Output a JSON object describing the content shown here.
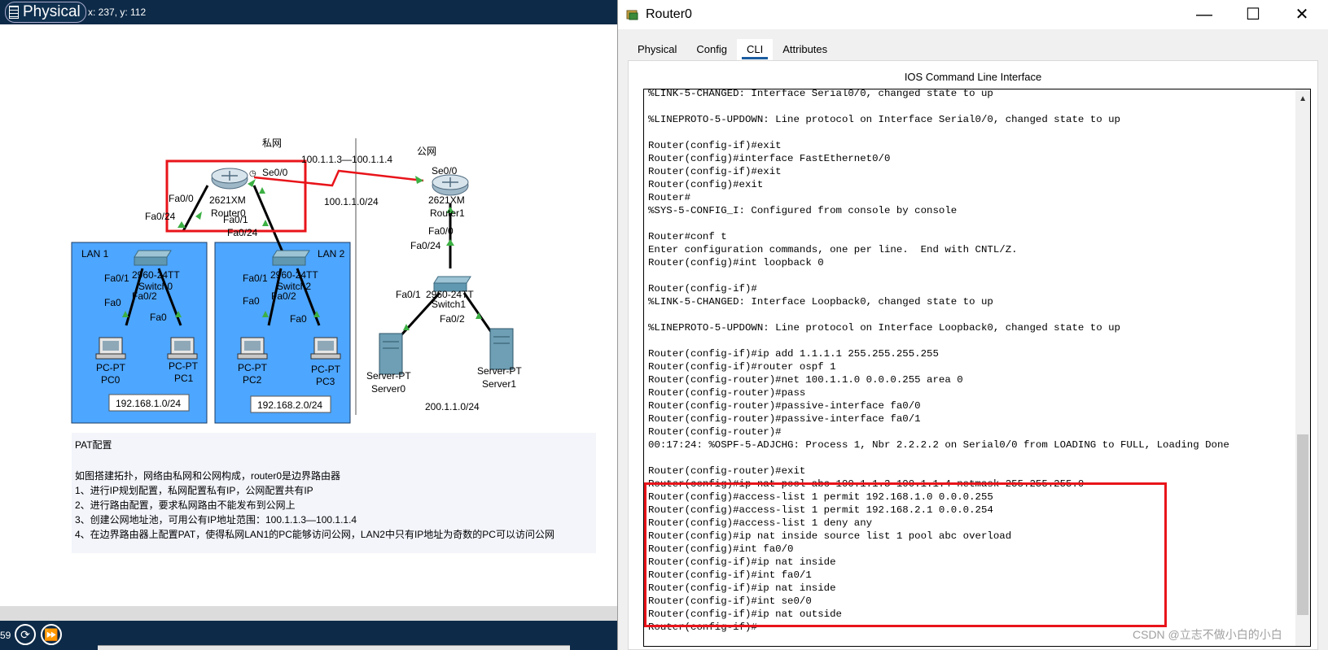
{
  "workspace": {
    "mode_label": "Physical",
    "coordinates": "x: 237, y: 112",
    "time_text": "59"
  },
  "topology": {
    "private_label": "私网",
    "public_label": "公网",
    "pool_range_label": "100.1.1.3—100.1.1.4",
    "serial_net_label": "100.1.1.0/24",
    "router0": {
      "model": "2621XM",
      "name": "Router0",
      "port_se": "Se0/0",
      "port_fa0": "Fa0/0",
      "port_fa1": "Fa0/1"
    },
    "router1": {
      "model": "2621XM",
      "name": "Router1",
      "port_se": "Se0/0",
      "port_fa0": "Fa0/0"
    },
    "lan1": {
      "label": "LAN 1",
      "subnet": "192.168.1.0/24",
      "switch_model": "2960-24TT",
      "switch_name": "Switch0",
      "uplink": "Fa0/24",
      "p1": "Fa0/1",
      "p2": "Fa0/2",
      "pc_a": {
        "type": "PC-PT",
        "name": "PC0",
        "port": "Fa0"
      },
      "pc_b": {
        "type": "PC-PT",
        "name": "PC1",
        "port": "Fa0"
      }
    },
    "lan2": {
      "label": "LAN 2",
      "subnet": "192.168.2.0/24",
      "switch_model": "2960-24TT",
      "switch_name": "Switch2",
      "uplink": "Fa0/24",
      "p1": "Fa0/1",
      "p2": "Fa0/2",
      "pc_a": {
        "type": "PC-PT",
        "name": "PC2",
        "port": "Fa0"
      },
      "pc_b": {
        "type": "PC-PT",
        "name": "PC3",
        "port": "Fa0"
      }
    },
    "public_lan": {
      "subnet": "200.1.1.0/24",
      "switch_model": "2960-24TT",
      "switch_name": "Switch1",
      "uplink": "Fa0/24",
      "p1": "Fa0/1",
      "p2": "Fa0/2",
      "server_a": {
        "type": "Server-PT",
        "name": "Server0"
      },
      "server_b": {
        "type": "Server-PT",
        "name": "Server1"
      }
    }
  },
  "description": {
    "title": "PAT配置",
    "lines": [
      "如图搭建拓扑，网络由私网和公网构成，router0是边界路由器",
      "1、进行IP规划配置，私网配置私有IP，公网配置共有IP",
      "2、进行路由配置，要求私网路由不能发布到公网上",
      "3、创建公网地址池，可用公有IP地址范围：100.1.1.3—100.1.1.4",
      "4、在边界路由器上配置PAT，使得私网LAN1的PC能够访问公网，LAN2中只有IP地址为奇数的PC可以访问公网"
    ]
  },
  "window": {
    "title": "Router0",
    "minimize": "—",
    "maximize": "☐",
    "close": "✕",
    "tabs": [
      "Physical",
      "Config",
      "CLI",
      "Attributes"
    ],
    "active_tab": "CLI",
    "cli_title": "IOS Command Line Interface"
  },
  "terminal": {
    "lines": [
      "%LINK-5-CHANGED: Interface Serial0/0, changed state to up",
      "",
      "%LINEPROTO-5-UPDOWN: Line protocol on Interface Serial0/0, changed state to up",
      "",
      "Router(config-if)#exit",
      "Router(config)#interface FastEthernet0/0",
      "Router(config-if)#exit",
      "Router(config)#exit",
      "Router#",
      "%SYS-5-CONFIG_I: Configured from console by console",
      "",
      "Router#conf t",
      "Enter configuration commands, one per line.  End with CNTL/Z.",
      "Router(config)#int loopback 0",
      "",
      "Router(config-if)#",
      "%LINK-5-CHANGED: Interface Loopback0, changed state to up",
      "",
      "%LINEPROTO-5-UPDOWN: Line protocol on Interface Loopback0, changed state to up",
      "",
      "Router(config-if)#ip add 1.1.1.1 255.255.255.255",
      "Router(config-if)#router ospf 1",
      "Router(config-router)#net 100.1.1.0 0.0.0.255 area 0",
      "Router(config-router)#pass",
      "Router(config-router)#passive-interface fa0/0",
      "Router(config-router)#passive-interface fa0/1",
      "Router(config-router)#",
      "00:17:24: %OSPF-5-ADJCHG: Process 1, Nbr 2.2.2.2 on Serial0/0 from LOADING to FULL, Loading Done",
      "",
      "Router(config-router)#exit",
      "Router(config)#ip nat pool abc 100.1.1.3 100.1.1.4 netmask 255.255.255.0",
      "Router(config)#access-list 1 permit 192.168.1.0 0.0.0.255",
      "Router(config)#access-list 1 permit 192.168.2.1 0.0.0.254",
      "Router(config)#access-list 1 deny any",
      "Router(config)#ip nat inside source list 1 pool abc overload",
      "Router(config)#int fa0/0",
      "Router(config-if)#ip nat inside",
      "Router(config-if)#int fa0/1",
      "Router(config-if)#ip nat inside",
      "Router(config-if)#int se0/0",
      "Router(config-if)#ip nat outside",
      "Router(config-if)#"
    ]
  },
  "watermark": "CSDN @立志不做小白的小白",
  "colors": {
    "highlight": "#e8141a",
    "lan_fill": "#4da6ff",
    "dark_bar": "#0d2a48",
    "link_green": "#3cb043"
  }
}
